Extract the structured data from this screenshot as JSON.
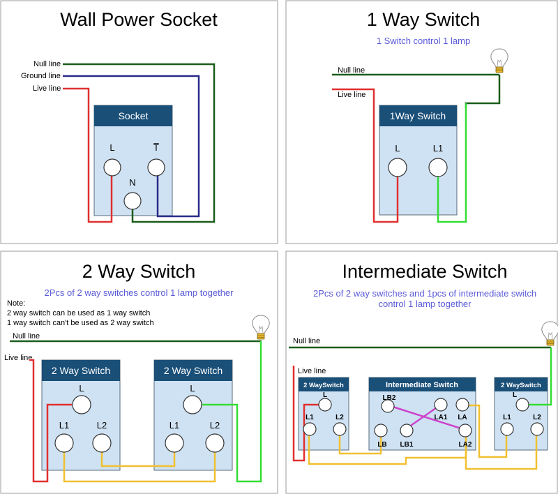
{
  "panels": {
    "socket": {
      "title": "Wall Power Socket",
      "wire_labels": {
        "null": "Null line",
        "ground": "Ground line",
        "live": "Live line"
      },
      "box_title": "Socket",
      "terminals": {
        "l": "L",
        "t": "T̅",
        "n": "N"
      }
    },
    "one_way": {
      "title": "1 Way Switch",
      "subtitle": "1 Switch control 1 lamp",
      "wire_labels": {
        "null": "Null line",
        "live": "Live line"
      },
      "box_title": "1Way Switch",
      "terminals": {
        "l": "L",
        "l1": "L1"
      }
    },
    "two_way": {
      "title": "2 Way Switch",
      "subtitle": "2Pcs of 2 way switches control 1 lamp together",
      "note": [
        "Note:",
        "2 way switch can be used as 1 way switch",
        "1 way switch can't be used as 2 way switch"
      ],
      "wire_labels": {
        "null": "Null line",
        "live": "Live line"
      },
      "box_left_title": "2 Way Switch",
      "box_right_title": "2 Way Switch",
      "terminals": {
        "l": "L",
        "l1": "L1",
        "l2": "L2"
      }
    },
    "intermediate": {
      "title": "Intermediate Switch",
      "subtitle": [
        "2Pcs of 2 way switches and 1pcs of intermediate switch",
        "control 1 lamp together"
      ],
      "wire_labels": {
        "null": "Null line",
        "live": "Live line"
      },
      "box_left_title": "2 WaySwitch",
      "box_mid_title": "Intermediate Switch",
      "box_right_title": "2 WaySwitch",
      "terminals": {
        "l": "L",
        "l1": "L1",
        "l2": "L2",
        "lb2": "LB2",
        "la1": "LA1",
        "la": "LA",
        "lb": "LB",
        "lb1": "LB1",
        "la2": "LA2"
      }
    }
  },
  "colors": {
    "live": "#e03030",
    "null": "#1a5c1a",
    "ground": "#2a2a8a",
    "switched": "#33dd33",
    "traveler": "#f0c030",
    "cross": "#cc44cc",
    "box_fill": "#cfe2f3",
    "box_header": "#1a4f78"
  },
  "icons": [
    "light-bulb-icon"
  ]
}
